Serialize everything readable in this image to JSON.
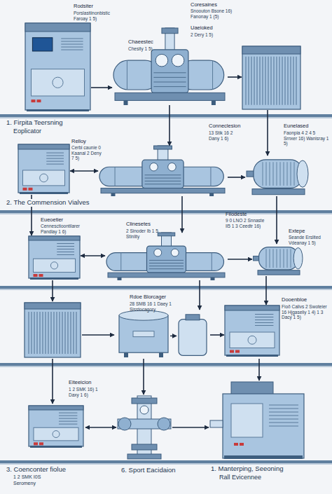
{
  "diagram": {
    "nodes": [
      {
        "text": [
          "Rodsiter",
          "Porslastiinonbistic Faroay 1 5)"
        ]
      },
      {
        "text": [
          "Coresaines",
          "Snoouton Bsone 16) Fanonay 1 (5)",
          "Chaeestec",
          "Chesity 1 5)"
        ]
      },
      {
        "text": [
          "Uaeioked",
          "2 Dery 1 5)"
        ]
      },
      {
        "text": [
          "Relloy",
          "Cerbl caunie 0 Kaanal 2 Deny 7 5)"
        ]
      },
      {
        "text": [
          "Conneclesion",
          "13 Stik 16 2 Dany 1 6)"
        ]
      },
      {
        "text": [
          "Eunelased",
          "Faonpia 4 2 4 5 Srnxer 16) Wanisray 1 5)"
        ]
      },
      {
        "text": [
          "Eueoetier",
          "Cennesctioontilarer Pandlay 1 6)"
        ]
      },
      {
        "text": [
          "Filodeste",
          "9 0 LNO 2 Snnaste Il5 1 3 Ceedtr 16)",
          "Clinesetes",
          "2 Sinoder Ib 1 5 Stinlity"
        ]
      },
      {
        "text": [
          "Extepe",
          "Seande Erslited Vdeanay 1 5)"
        ]
      },
      {
        "text": [
          "Rdoe Blorcager",
          "28 SMB 16 1 Daey 1 Sisstocagory"
        ]
      },
      {
        "text": [
          "Dooenbloe",
          "Fioð Calivs 2 Swoteier 16 Hjgaseliy 1 4) 1 3 Dacy 1 5)"
        ]
      },
      {
        "text": [
          "Eiteeicion",
          "1 2 SMK 16) 1 Daxy 1 6)"
        ]
      }
    ],
    "edges": [
      {
        "from": 0,
        "to": 1,
        "arrow": "to"
      },
      {
        "from": 1,
        "to": 2,
        "arrow": "to"
      },
      {
        "from": 1,
        "to": 4,
        "arrow": "to"
      },
      {
        "from": 2,
        "to": 5,
        "arrow": "to"
      },
      {
        "from": 3,
        "to": 4,
        "arrow": "both"
      },
      {
        "from": 4,
        "to": 5,
        "arrow": "to"
      },
      {
        "from": 3,
        "to": 6,
        "arrow": "to"
      },
      {
        "from": 4,
        "to": 7,
        "arrow": "to"
      },
      {
        "from": 5,
        "to": 8,
        "arrow": "to"
      },
      {
        "from": 6,
        "to": 7,
        "arrow": "both"
      },
      {
        "from": 7,
        "to": 8,
        "arrow": "to"
      },
      {
        "from": 7,
        "to": 9,
        "arrow": "to"
      },
      {
        "from": 8,
        "to": 10,
        "arrow": "to"
      },
      {
        "from": 9,
        "to": 10,
        "arrow": "to"
      }
    ],
    "labels": [
      "1. Firpita Teersning",
      "Eoplicator",
      "2. The Commension Vialves",
      "3. Coenconter fiolue",
      "1 2 SMK I0S",
      "Seromeny",
      "6. Sport Eacidaion",
      "1. Manterping, Seeoning",
      "Rall Evicennee"
    ]
  }
}
